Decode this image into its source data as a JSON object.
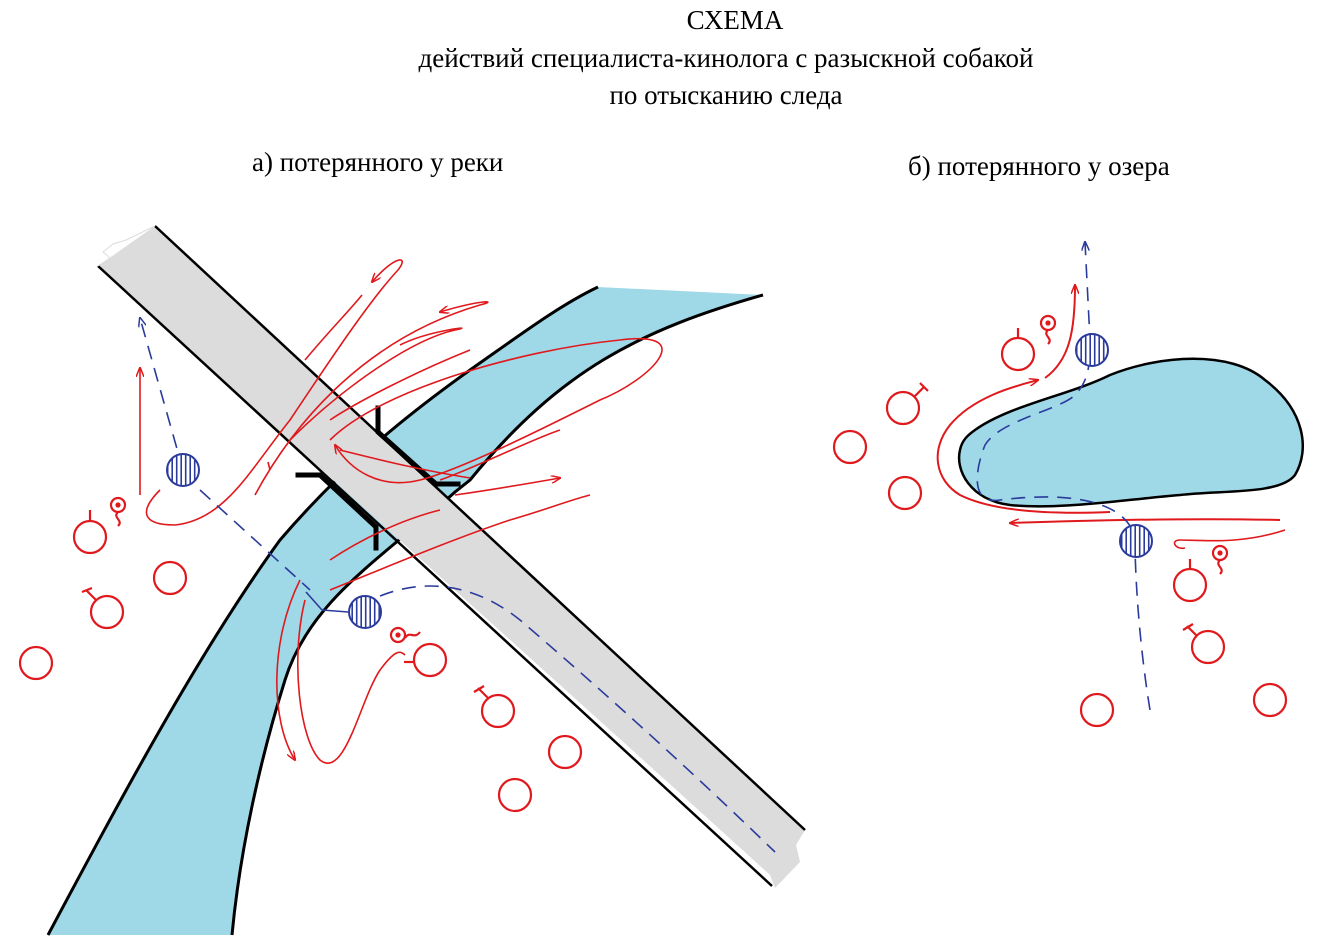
{
  "title": {
    "line1": "СХЕМА",
    "line2": "действий специалиста-кинолога с разыскной собакой",
    "line3": "по отысканию следа"
  },
  "panels": {
    "a": {
      "caption": "а) потерянного у реки"
    },
    "b": {
      "caption": "б) потерянного у озера"
    }
  },
  "colors": {
    "water": "#9fd9e8",
    "road": "#dcdcdc",
    "handler_path": "#e0191d",
    "dog_track": "#2b3b9c",
    "outline": "#000000"
  },
  "legend_icons": [
    "person-circle",
    "handler-with-dog",
    "hatched-dog-marker",
    "trail-dashed",
    "search-arrow"
  ]
}
